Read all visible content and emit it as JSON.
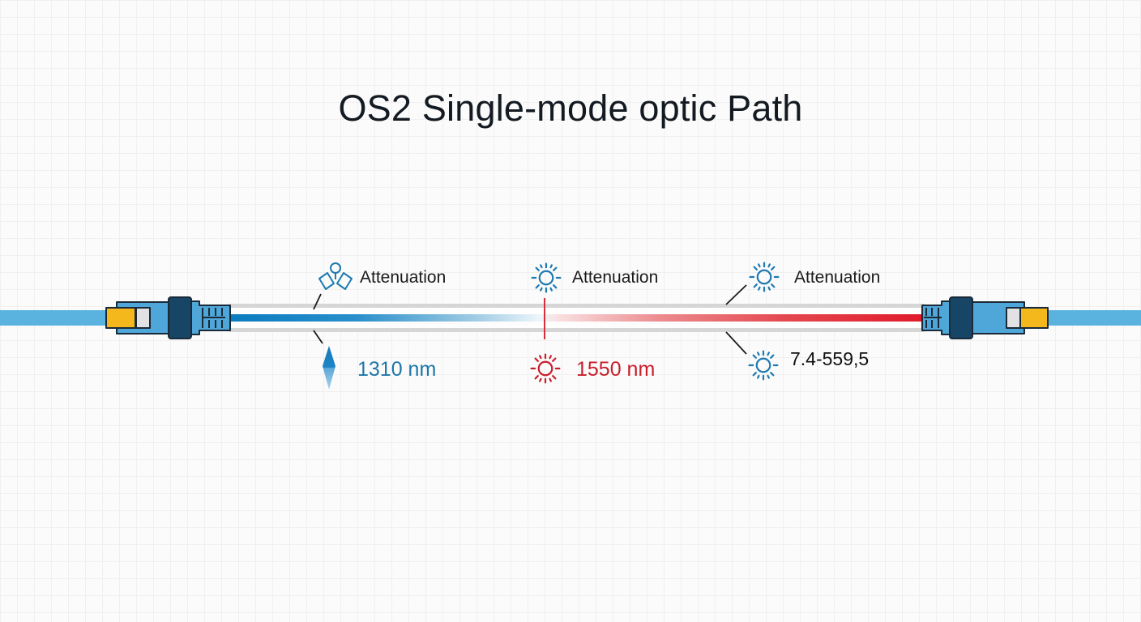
{
  "title": "OS2 Single-mode optic Path",
  "colors": {
    "background": "#fbfbfb",
    "grid": "#f0f0f0",
    "title_text": "#141a22",
    "cable_outer": "#5ab3de",
    "connector_body": "#4fa6d8",
    "connector_dark": "#174566",
    "connector_outline": "#1a2a38",
    "connector_tip_yellow": "#f5b81c",
    "connector_tip_grey": "#e2e2e4",
    "jacket_grey": "#d4d4d4",
    "core_blue": "#0d7fc0",
    "core_red": "#e01e2c",
    "icon_blue": "#1e7ab0",
    "icon_red": "#c81e2c",
    "leader_line": "#1a1a1a"
  },
  "fiber_path": {
    "left_connector": {
      "type": "connector",
      "side": "left"
    },
    "right_connector": {
      "type": "connector",
      "side": "right"
    },
    "core_gradient": [
      "blue 1310 nm",
      "fade",
      "red 1550 nm"
    ]
  },
  "annotations": [
    {
      "id": "top-left",
      "icon": "plant-sprout-icon",
      "label": "Attenuation",
      "position": "above"
    },
    {
      "id": "top-center",
      "icon": "sun-icon",
      "label": "Attenuation",
      "position": "above"
    },
    {
      "id": "top-right",
      "icon": "sun-icon",
      "label": "Attenuation",
      "position": "above"
    },
    {
      "id": "bottom-left",
      "icon": "diamond-arrow-icon",
      "label": "1310 nm",
      "position": "below"
    },
    {
      "id": "bottom-center",
      "icon": "sun-icon",
      "label": "1550 nm",
      "position": "below"
    },
    {
      "id": "bottom-right",
      "icon": "sun-icon",
      "label": "7.4-559,5",
      "position": "below"
    }
  ]
}
